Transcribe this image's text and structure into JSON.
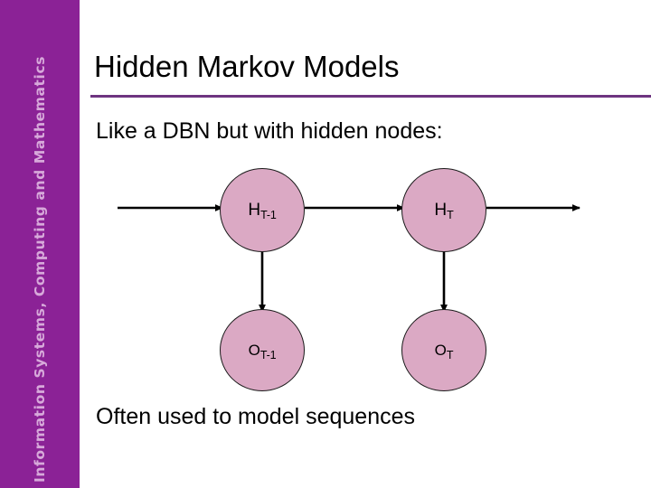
{
  "sidebar": {
    "label": "Information Systems, Computing and Mathematics",
    "background_color": "#8B2296",
    "text_color": "#D7A9DA"
  },
  "slide": {
    "title": "Hidden Markov Models",
    "rule_color": "#6E3480",
    "lead_text": "Like a DBN but with hidden nodes:",
    "caption_text": "Often used to model sequences"
  },
  "diagram": {
    "node_fill": "#DBA9C4",
    "node_stroke": "#1A1A1A",
    "arrow_color": "#000000",
    "nodes": [
      {
        "id": "h-prev",
        "symbol": "H",
        "subscript": "T-1"
      },
      {
        "id": "h-cur",
        "symbol": "H",
        "subscript": "T"
      },
      {
        "id": "o-prev",
        "symbol": "O",
        "subscript": "T-1"
      },
      {
        "id": "o-cur",
        "symbol": "O",
        "subscript": "T"
      }
    ],
    "edges": [
      {
        "from": "left-boundary",
        "to": "h-prev",
        "direction": "right"
      },
      {
        "from": "h-prev",
        "to": "h-cur",
        "direction": "right"
      },
      {
        "from": "h-cur",
        "to": "right-boundary",
        "direction": "right"
      },
      {
        "from": "h-prev",
        "to": "o-prev",
        "direction": "down"
      },
      {
        "from": "h-cur",
        "to": "o-cur",
        "direction": "down"
      }
    ]
  }
}
